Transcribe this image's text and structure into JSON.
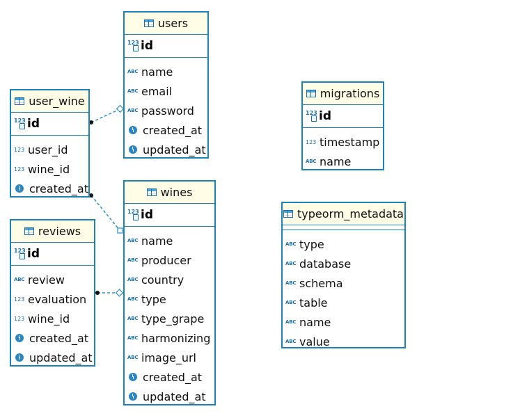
{
  "entities": {
    "users": {
      "title": "users",
      "pk": "id",
      "columns": [
        {
          "name": "name",
          "type": "text"
        },
        {
          "name": "email",
          "type": "text"
        },
        {
          "name": "password",
          "type": "text"
        },
        {
          "name": "created_at",
          "type": "datetime"
        },
        {
          "name": "updated_at",
          "type": "datetime"
        }
      ]
    },
    "user_wine": {
      "title": "user_wine",
      "pk": "id",
      "columns": [
        {
          "name": "user_id",
          "type": "number"
        },
        {
          "name": "wine_id",
          "type": "number"
        },
        {
          "name": "created_at",
          "type": "datetime"
        }
      ]
    },
    "wines": {
      "title": "wines",
      "pk": "id",
      "columns": [
        {
          "name": "name",
          "type": "text"
        },
        {
          "name": "producer",
          "type": "text"
        },
        {
          "name": "country",
          "type": "text"
        },
        {
          "name": "type",
          "type": "text"
        },
        {
          "name": "type_grape",
          "type": "text"
        },
        {
          "name": "harmonizing",
          "type": "text"
        },
        {
          "name": "image_url",
          "type": "text"
        },
        {
          "name": "created_at",
          "type": "datetime"
        },
        {
          "name": "updated_at",
          "type": "datetime"
        }
      ]
    },
    "reviews": {
      "title": "reviews",
      "pk": "id",
      "columns": [
        {
          "name": "review",
          "type": "text"
        },
        {
          "name": "evaluation",
          "type": "number"
        },
        {
          "name": "wine_id",
          "type": "number"
        },
        {
          "name": "created_at",
          "type": "datetime"
        },
        {
          "name": "updated_at",
          "type": "datetime"
        }
      ]
    },
    "migrations": {
      "title": "migrations",
      "pk": "id",
      "columns": [
        {
          "name": "timestamp",
          "type": "number"
        },
        {
          "name": "name",
          "type": "text"
        }
      ]
    },
    "typeorm_metadata": {
      "title": "typeorm_metadata",
      "pk": "",
      "columns": [
        {
          "name": "type",
          "type": "text"
        },
        {
          "name": "database",
          "type": "text"
        },
        {
          "name": "schema",
          "type": "text"
        },
        {
          "name": "table",
          "type": "text"
        },
        {
          "name": "name",
          "type": "text"
        },
        {
          "name": "value",
          "type": "text"
        }
      ]
    }
  },
  "icons": {
    "text": "abc-type-icon",
    "number": "123-type-icon",
    "datetime": "clock-type-icon",
    "primary_key": "primary-key-icon",
    "table": "table-icon"
  },
  "icon_glyphs": {
    "text": "ABC",
    "number": "123",
    "pk_number": "123"
  },
  "relations": [
    {
      "from": "user_wine",
      "to": "users"
    },
    {
      "from": "user_wine",
      "to": "wines"
    },
    {
      "from": "reviews",
      "to": "wines"
    }
  ],
  "colors": {
    "border": "#1a84b8",
    "header_bg": "#fffde6",
    "link": "#2a8fc4"
  }
}
